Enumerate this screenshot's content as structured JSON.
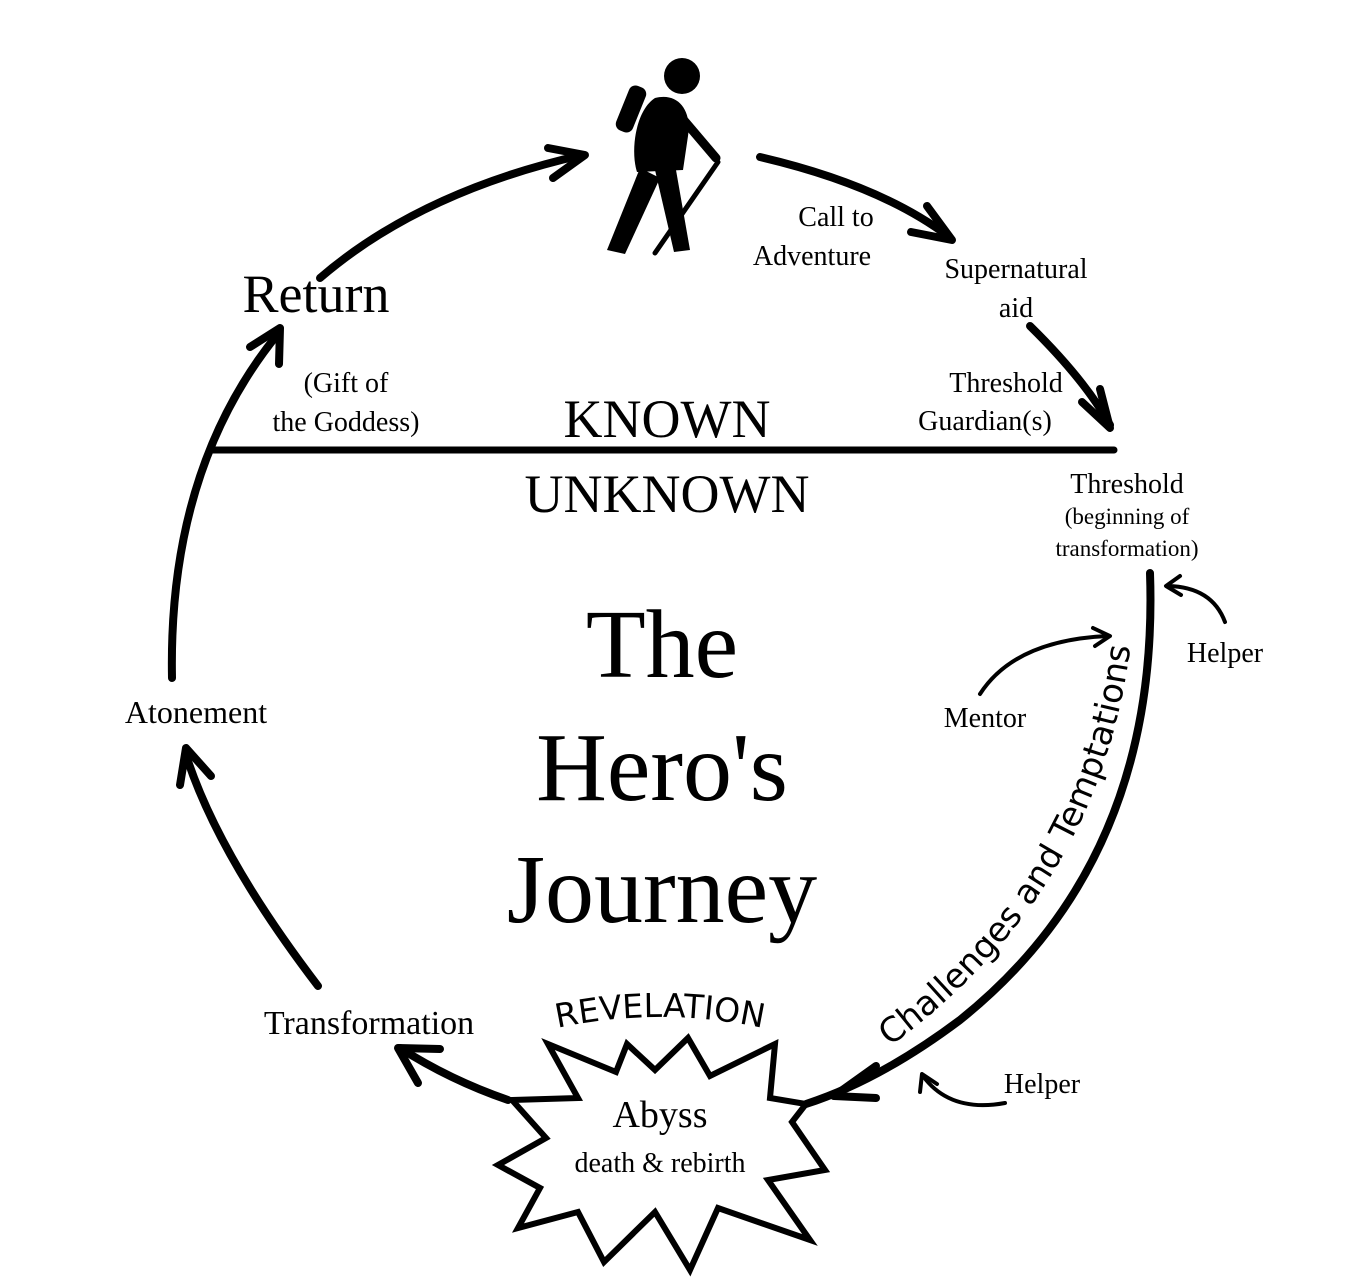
{
  "title": {
    "line1": "The",
    "line2": "Hero's",
    "line3": "Journey"
  },
  "divider": {
    "known": "KNOWN",
    "unknown": "UNKNOWN"
  },
  "stages": {
    "call_line1": "Call to",
    "call_line2": "Adventure",
    "supernatural_line1": "Supernatural",
    "supernatural_line2": "aid",
    "guardian_line1": "Threshold",
    "guardian_line2": "Guardian(s)",
    "threshold": "Threshold",
    "threshold_sub1": "(beginning of",
    "threshold_sub2": "transformation)",
    "helper_top": "Helper",
    "mentor": "Mentor",
    "challenges": "Challenges and Temptations",
    "helper_bottom": "Helper",
    "revelation": "REVELATION",
    "abyss": "Abyss",
    "abyss_sub": "death & rebirth",
    "transformation": "Transformation",
    "atonement": "Atonement",
    "return": "Return",
    "gift_line1": "(Gift of",
    "gift_line2": "the Goddess)"
  },
  "icons": {
    "hero": "hiker-icon",
    "burst": "starburst-icon"
  },
  "colors": {
    "ink": "#000000",
    "background": "#ffffff"
  }
}
